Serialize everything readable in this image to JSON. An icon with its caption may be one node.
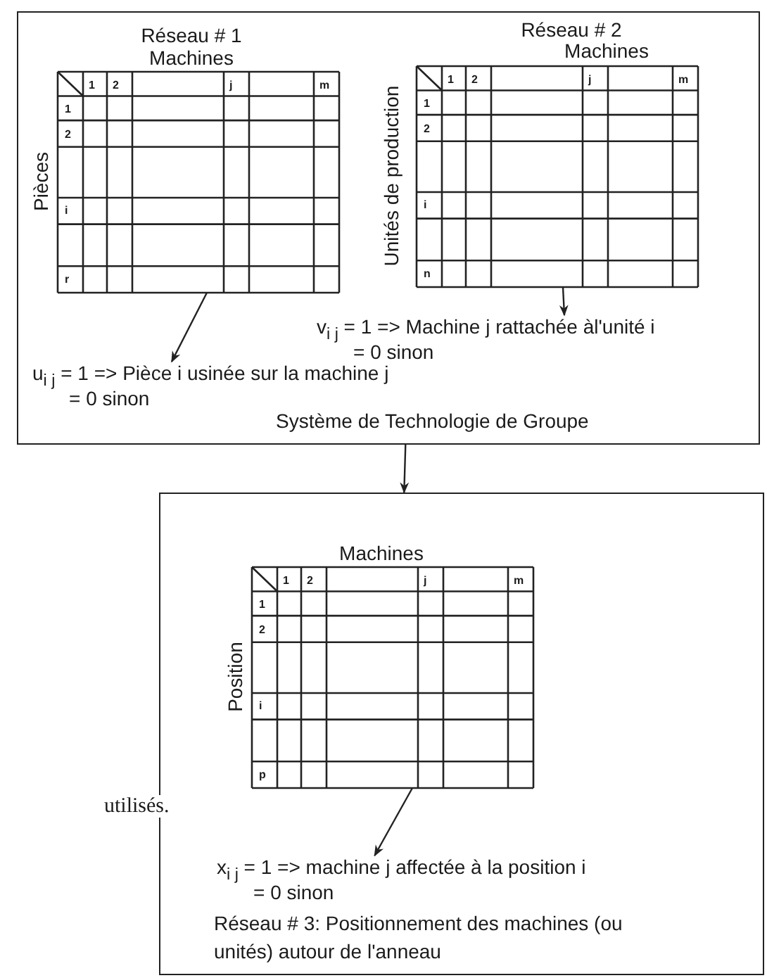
{
  "diagram": {
    "nodes": [
      {
        "text": [
          "Système de Technologie de Groupe"
        ]
      },
      {
        "text": [
          "Réseau # 1",
          "Machines",
          "Pièces",
          "1",
          "2",
          "j",
          "m",
          "1",
          "2",
          "i",
          "r"
        ],
        "in": 0
      },
      {
        "text": [
          "u$_{i j}$ = 1 => Pièce i usinée sur la machine j",
          "= 0 sinon"
        ],
        "in": 0
      },
      {
        "text": [
          "Réseau # 2",
          "Machines",
          "Unités de production",
          "1",
          "2",
          "j",
          "m",
          "1",
          "2",
          "i",
          "n"
        ],
        "in": 0
      },
      {
        "text": [
          "v$_{i j}$ = 1 => Machine j rattachée àl'unité i",
          "= 0 sinon"
        ],
        "in": 0
      },
      {
        "text": [
          "Réseau # 3: Positionnement des machines (ou unités) autour de l'anneau"
        ]
      },
      {
        "text": [
          "Machines",
          "Position",
          "1",
          "2",
          "j",
          "m",
          "1",
          "2",
          "i",
          "p"
        ],
        "in": 5
      },
      {
        "text": [
          "x$_{i j}$ = 1 => machine j affectée à la position i",
          "= 0 sinon"
        ],
        "in": 5
      }
    ],
    "edges": [
      {
        "from": 1,
        "to": 2,
        "arrow": "to"
      },
      {
        "from": 3,
        "to": 4,
        "arrow": "to"
      },
      {
        "from": 0,
        "to": 5,
        "arrow": "to"
      },
      {
        "from": 6,
        "to": 7,
        "arrow": "to"
      }
    ],
    "labels": [
      "utilisés."
    ]
  }
}
